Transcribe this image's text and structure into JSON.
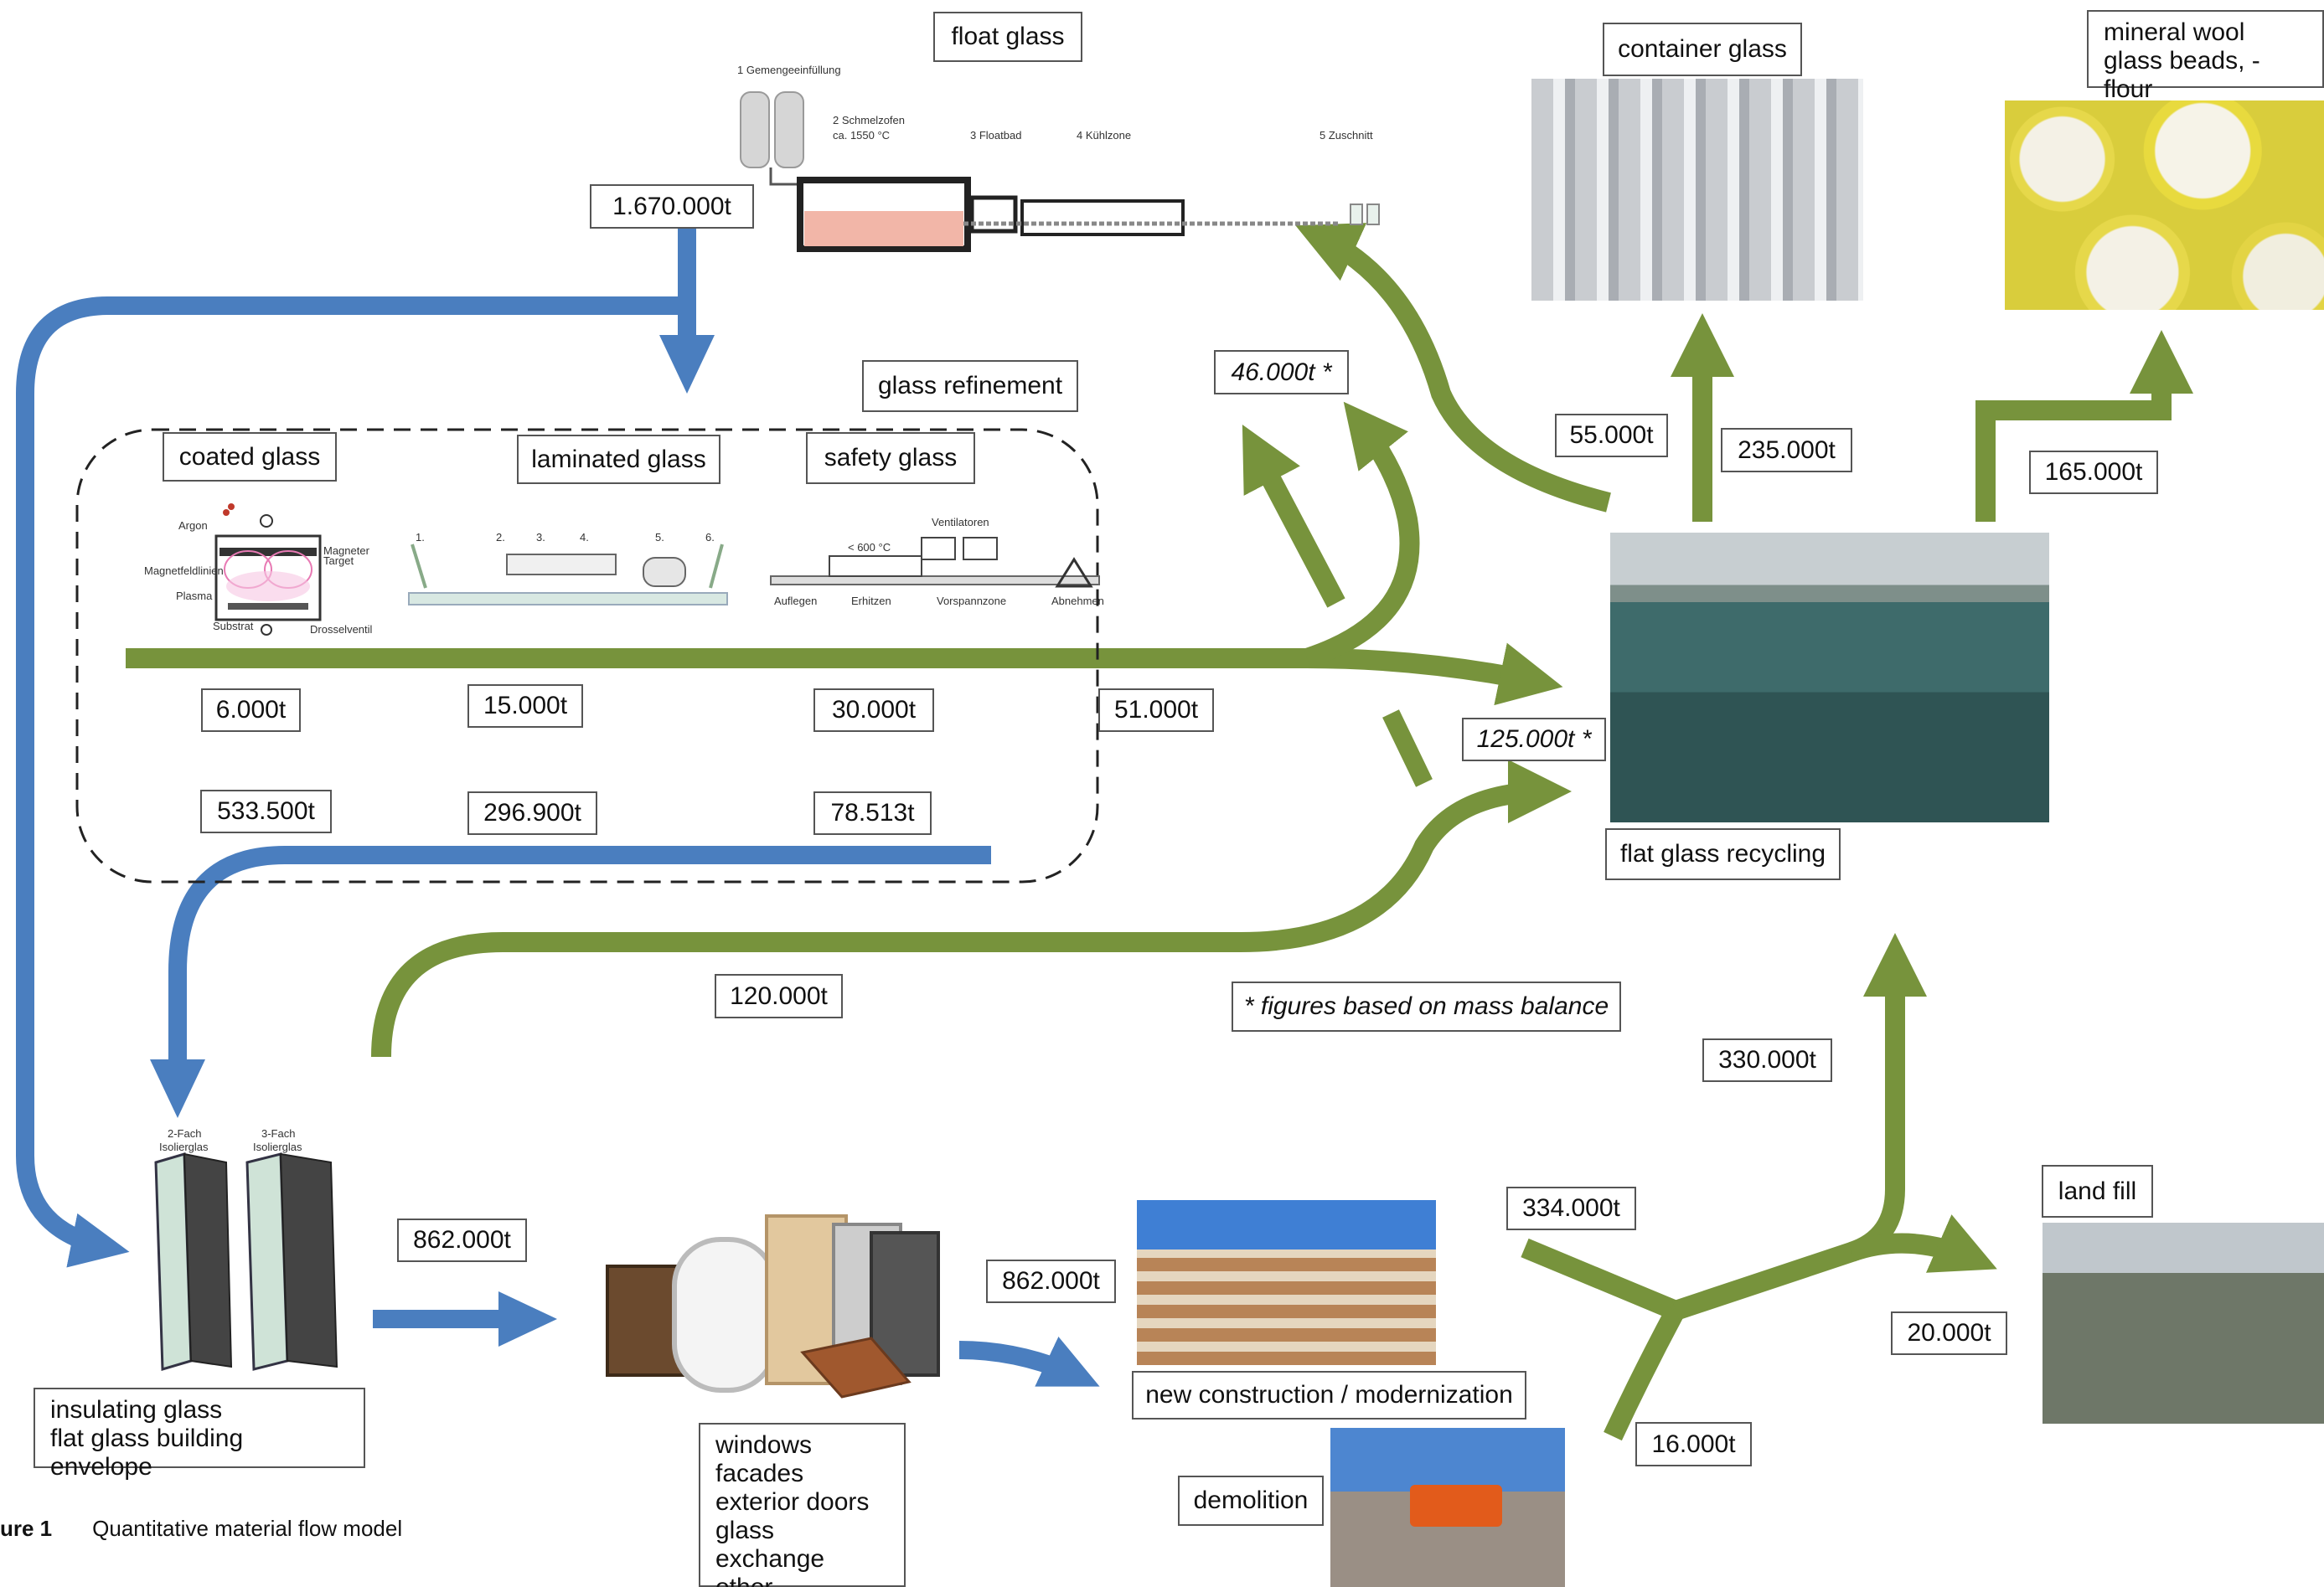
{
  "nodes": {
    "float_glass": "float glass",
    "glass_refinement": "glass refinement",
    "coated_glass": "coated glass",
    "laminated_glass": "laminated glass",
    "safety_glass": "safety glass",
    "container_glass": "container glass",
    "mineral_wool": "mineral wool\nglass beads, -flour",
    "flat_glass_recycling": "flat glass recycling",
    "insulating_glass": "insulating glass\nflat glass building envelope",
    "windows_list": "windows\nfacades\nexterior doors\nglass exchange\nother",
    "new_construction": "new construction / modernization",
    "demolition": "demolition",
    "land_fill": "land fill"
  },
  "flows": {
    "float_out": "1.670.000t",
    "coated_waste": "6.000t",
    "laminated_waste": "15.000t",
    "safety_waste": "30.000t",
    "refinement_waste_total": "51.000t",
    "coated_out": "533.500t",
    "laminated_out": "296.900t",
    "safety_out": "78.513t",
    "refinement_to_float": "46.000t *",
    "collection_to_recycling": "125.000t *",
    "insulating_to_recycling": "120.000t",
    "recycling_to_float": "55.000t",
    "recycling_to_container": "235.000t",
    "recycling_to_wool": "165.000t",
    "insulating_to_windows": "862.000t",
    "windows_to_construction": "862.000t",
    "construction_out": "334.000t",
    "demolition_out": "16.000t",
    "to_recycling": "330.000t",
    "to_landfill": "20.000t"
  },
  "note": "* figures based on mass balance",
  "caption": {
    "label": "ure 1",
    "text": "Quantitative material flow model"
  },
  "float_diagram": {
    "step1": "1 Gemengeeinfüllung",
    "step2a": "2 Schmelzofen",
    "step2b": "ca. 1550 °C",
    "step3": "3 Floatbad",
    "step4": "4 Kühlzone",
    "step5": "5 Zuschnitt"
  },
  "coating_diagram": {
    "argon": "Argon",
    "magnet": "Magneter",
    "target": "Target",
    "field": "Magnetfeldlinien",
    "plasma": "Plasma",
    "substrat": "Substrat",
    "ventil": "Drosselventil"
  },
  "laminating_diagram": {
    "s1": "1.",
    "s2": "2.",
    "s3": "3.",
    "s4": "4.",
    "s5": "5.",
    "s6": "6."
  },
  "tempering_diagram": {
    "temp": "< 600 °C",
    "fans": "Ventilatoren",
    "st1": "Auflegen",
    "st2": "Erhitzen",
    "st3": "Vorspannzone",
    "st4": "Abnehmen"
  },
  "igu_diagram": {
    "double_a": "2-Fach",
    "double_b": "Isolierglas",
    "triple_a": "3-Fach",
    "triple_b": "Isolierglas"
  },
  "colors": {
    "blue_flow": "#4a7ebf",
    "green_flow": "#77933c"
  }
}
